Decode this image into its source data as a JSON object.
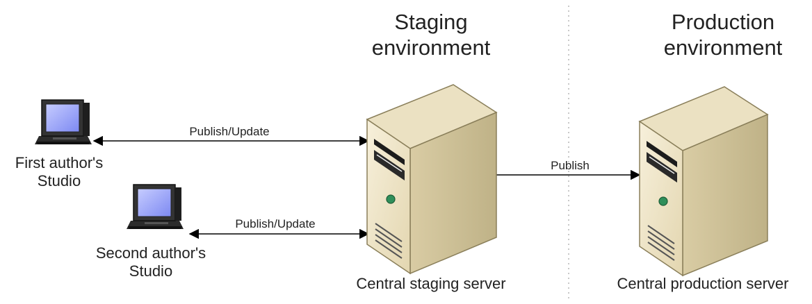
{
  "headings": {
    "staging_line1": "Staging",
    "staging_line2": "environment",
    "production_line1": "Production",
    "production_line2": "environment"
  },
  "nodes": {
    "first_studio_line1": "First author's",
    "first_studio_line2": "Studio",
    "second_studio_line1": "Second author's",
    "second_studio_line2": "Studio",
    "staging_server": "Central staging server",
    "production_server": "Central production server"
  },
  "arrows": {
    "first_to_staging": "Publish/Update",
    "second_to_staging": "Publish/Update",
    "staging_to_production": "Publish"
  },
  "icons": {
    "studio": "computer-monitor-icon",
    "server": "server-tower-icon"
  },
  "colors": {
    "server_body": "#efe6cc",
    "server_top": "#e4d9b6",
    "server_side": "#cfc29a",
    "power_led": "#2f8f5a",
    "screen": "#9aa6ff",
    "divider": "#c8c8c8"
  }
}
